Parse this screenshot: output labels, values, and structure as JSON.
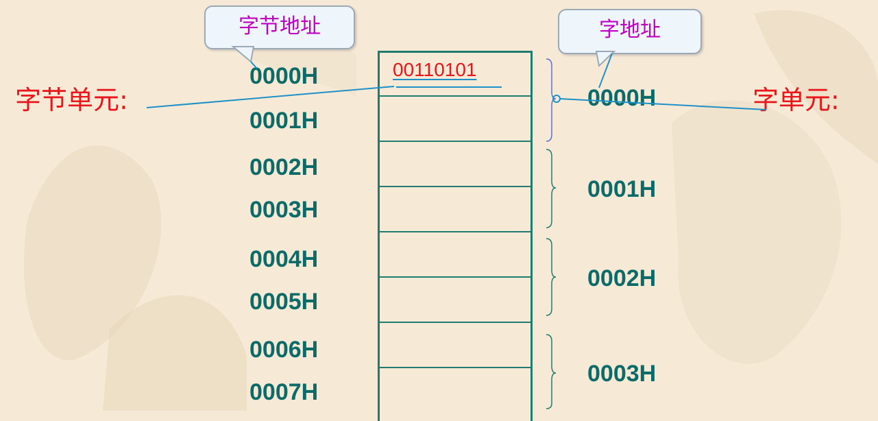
{
  "callouts": {
    "byte_address": "字节地址",
    "word_address": "字地址"
  },
  "labels": {
    "byte_unit": "字节单元:",
    "word_unit": "字单元:"
  },
  "memory": {
    "first_byte_value": "00110101",
    "byte_addresses": [
      "0000H",
      "0001H",
      "0002H",
      "0003H",
      "0004H",
      "0005H",
      "0006H",
      "0007H"
    ],
    "word_addresses": [
      "0000H",
      "0001H",
      "0002H",
      "0003H"
    ]
  },
  "colors": {
    "address_text": "#0c6b68",
    "label_text": "#e8151a",
    "callout_text": "#c000c0",
    "grid_line": "#1f7a70",
    "pointer_line": "#1e90c8"
  }
}
